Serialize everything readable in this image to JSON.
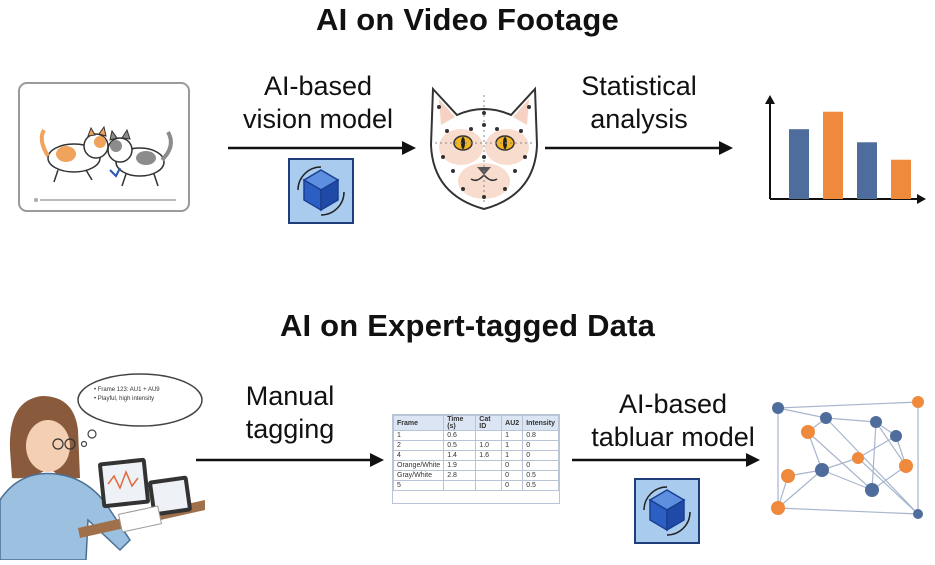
{
  "top": {
    "title": "AI on Video Footage",
    "step1_label": [
      "AI-based",
      "vision model"
    ],
    "step2_label": [
      "Statistical",
      "analysis"
    ]
  },
  "bottom": {
    "title": "AI on Expert-tagged Data",
    "step1_label": [
      "Manual",
      "tagging"
    ],
    "step2_label": [
      "AI-based",
      "tabluar model"
    ],
    "speech_bubble": [
      "• Frame 123: AU1 + AU9",
      "• Playful, high intensity"
    ]
  },
  "table": {
    "headers": [
      "Frame",
      "Time (s)",
      "Cat ID",
      "AU2",
      "Intensity"
    ],
    "rows": [
      [
        "1",
        "0.6",
        "",
        "1",
        "0.8"
      ],
      [
        "2",
        "0.5",
        "1.0",
        "1",
        "0"
      ],
      [
        "4",
        "1.4",
        "1.6",
        "1",
        "0"
      ],
      [
        "Orange/White",
        "1.9",
        "",
        "0",
        "0"
      ],
      [
        "Gray/White",
        "2.8",
        "",
        "0",
        "0.5"
      ],
      [
        "5",
        "",
        "",
        "0",
        "0.5"
      ]
    ]
  },
  "colors": {
    "blue": "#4f6d9c",
    "orange": "#ef8a3d",
    "arrow": "#111111"
  },
  "icons": {
    "video": "video-player-icon",
    "model": "3d-cube-model-icon",
    "face": "cat-face-landmarks-icon",
    "chart": "bar-chart-icon",
    "graph": "network-graph-icon",
    "expert": "expert-at-tablet-icon"
  },
  "chart_data": {
    "type": "bar",
    "categories": [
      "",
      "",
      "",
      ""
    ],
    "values": [
      0.8,
      1.0,
      0.65,
      0.45
    ],
    "colors": [
      "#4f6d9c",
      "#ef8a3d",
      "#4f6d9c",
      "#ef8a3d"
    ],
    "title": "",
    "xlabel": "",
    "ylabel": "",
    "ylim": [
      0,
      1.1
    ],
    "grid": false
  }
}
